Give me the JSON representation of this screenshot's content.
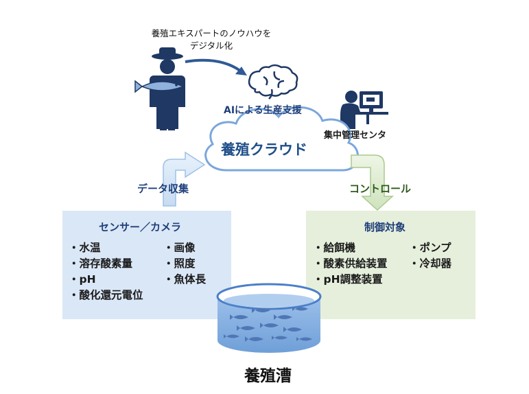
{
  "expert_caption_line1": "養殖エキスパートのノウハウを",
  "expert_caption_line2": "デジタル化",
  "ai_label": "AIによる生産支援",
  "center_label": "集中管理センタ",
  "cloud_label": "養殖クラウド",
  "data_collection_label": "データ収集",
  "control_label": "コントロール",
  "sensor_panel": {
    "title": "センサー／カメラ",
    "items_left": [
      "水温",
      "溶存酸素量",
      "pH",
      "酸化還元電位"
    ],
    "items_right": [
      "画像",
      "照度",
      "魚体長"
    ]
  },
  "control_panel": {
    "title": "制御対象",
    "items_left": [
      "給餌機",
      "酸素供給装置",
      "pH調整装置"
    ],
    "items_right": [
      "ポンプ",
      "冷却器"
    ]
  },
  "tank_label": "養殖漕",
  "colors": {
    "navy": "#1f3864",
    "sensor_bg": "#dae7f6",
    "control_bg": "#e6efdb",
    "cloud_stroke": "#6f9fd8",
    "tank_blue": "#5b8fd4"
  }
}
